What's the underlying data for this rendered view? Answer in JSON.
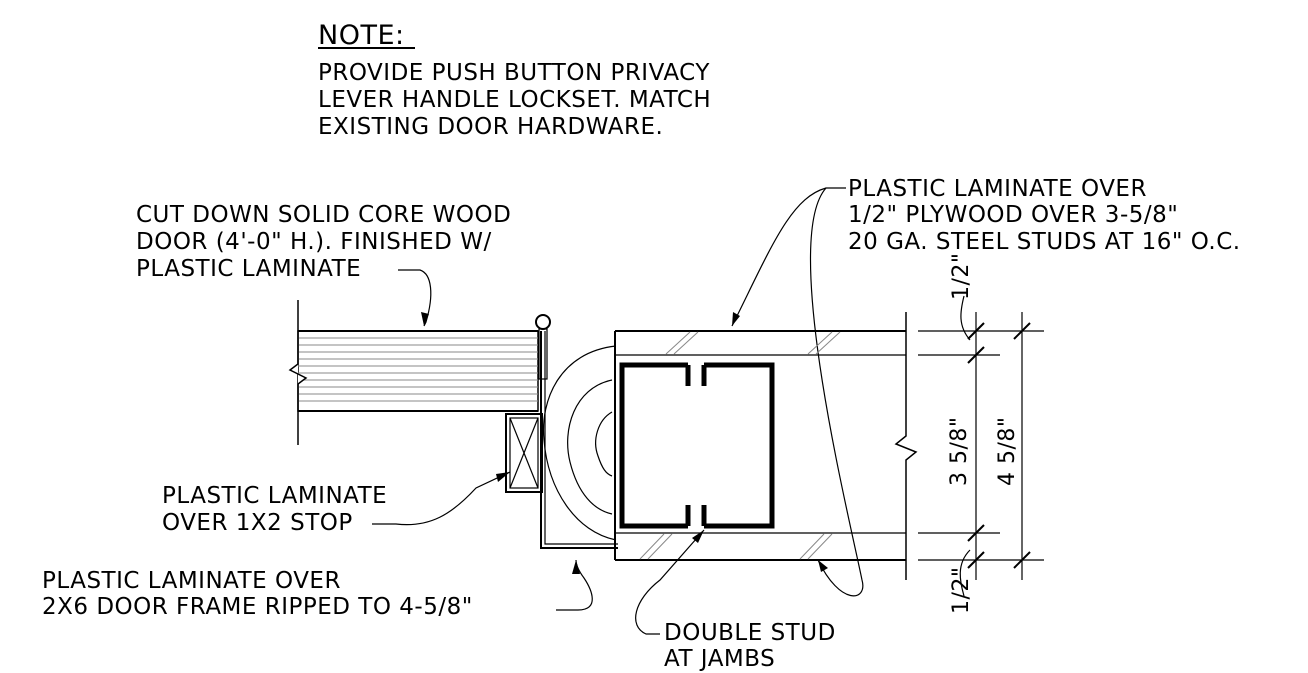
{
  "note": {
    "heading": "NOTE:",
    "lines": [
      "PROVIDE PUSH BUTTON PRIVACY",
      "LEVER HANDLE LOCKSET. MATCH",
      "EXISTING DOOR HARDWARE."
    ]
  },
  "callouts": {
    "door": [
      "CUT DOWN SOLID CORE WOOD",
      "DOOR (4'-0\" H.). FINISHED W/",
      "PLASTIC LAMINATE"
    ],
    "wall": [
      "PLASTIC LAMINATE OVER",
      "1/2\" PLYWOOD OVER 3-5/8\"",
      "20 GA. STEEL STUDS AT 16\" O.C."
    ],
    "stop": [
      "PLASTIC LAMINATE",
      "OVER 1X2 STOP"
    ],
    "frame": [
      "PLASTIC LAMINATE OVER",
      "2X6 DOOR FRAME RIPPED TO 4-5/8\""
    ],
    "stud": [
      "DOUBLE STUD",
      "AT JAMBS"
    ]
  },
  "dimensions": {
    "top_ply": "1/2\"",
    "stud": "3 5/8\"",
    "overall": "4 5/8\"",
    "bottom_ply": "1/2\""
  }
}
